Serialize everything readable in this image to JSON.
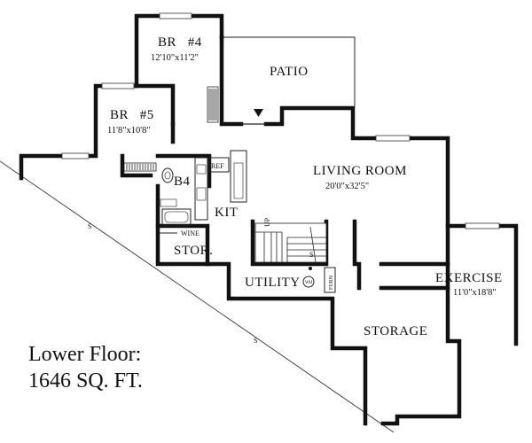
{
  "rooms": {
    "br4": {
      "name": "BR   #4",
      "dims": "12'10\"x11'2\""
    },
    "br5": {
      "name": "BR   #5",
      "dims": "11'8\"x10'8\""
    },
    "patio": {
      "name": "PATIO"
    },
    "b4": {
      "name": "B4"
    },
    "ref": {
      "name": "REF"
    },
    "kit": {
      "name": "KIT"
    },
    "living": {
      "name": "LIVING ROOM",
      "dims": "20'0\"x32'5\""
    },
    "wine": {
      "name": "WINE"
    },
    "stor": {
      "name": "STOR."
    },
    "up": {
      "name": "UP"
    },
    "utility": {
      "name": "UTILITY"
    },
    "wh": {
      "name": "WH"
    },
    "furn": {
      "name": "FURN"
    },
    "s_mark": {
      "name": "S"
    },
    "exercise": {
      "name": "EXERCISE",
      "dims": "11'0\"x18'8\""
    },
    "storage": {
      "name": "STORAGE"
    }
  },
  "setback_marks": [
    "S",
    "S"
  ],
  "caption": {
    "line1": "Lower Floor:",
    "line2": "1646 SQ. FT."
  }
}
